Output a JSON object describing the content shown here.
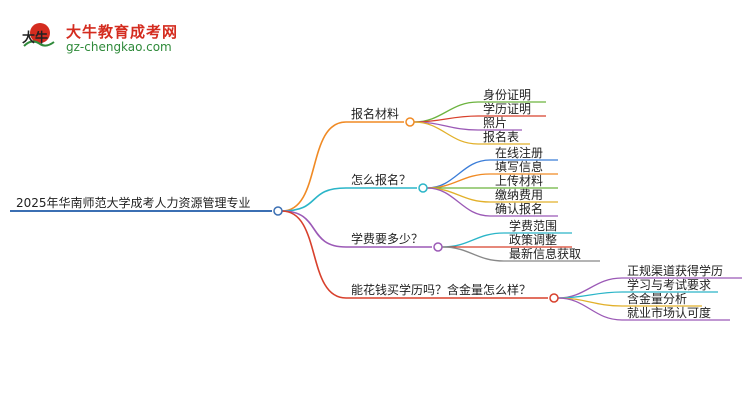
{
  "logo": {
    "brand": "大牛教育成考网",
    "site": "gz-chengkao.com",
    "mark_text": "大牛"
  },
  "mindmap": {
    "root": {
      "label": "2025年华南师范大学成考人力资源管理专业"
    },
    "branches": [
      {
        "label": "报名材料",
        "color": "#f08a24",
        "children": [
          {
            "label": "身份证明",
            "color": "#6cb33f"
          },
          {
            "label": "学历证明",
            "color": "#d8402c"
          },
          {
            "label": "照片",
            "color": "#9b59b6"
          },
          {
            "label": "报名表",
            "color": "#e2b02a"
          }
        ]
      },
      {
        "label": "怎么报名？",
        "color": "#2bb5c8",
        "children": [
          {
            "label": "在线注册",
            "color": "#3b7dd8"
          },
          {
            "label": "填写信息",
            "color": "#f08a24"
          },
          {
            "label": "上传材料",
            "color": "#6cb33f"
          },
          {
            "label": "缴纳费用",
            "color": "#e2b02a"
          },
          {
            "label": "确认报名",
            "color": "#9b59b6"
          }
        ]
      },
      {
        "label": "学费要多少？",
        "color": "#9b59b6",
        "children": [
          {
            "label": "学费范围",
            "color": "#2bb5c8"
          },
          {
            "label": "政策调整",
            "color": "#d8402c"
          },
          {
            "label": "最新信息获取",
            "color": "#888888"
          }
        ]
      },
      {
        "label": "能花钱买学历吗？含金量怎么样？",
        "color": "#d8402c",
        "children": [
          {
            "label": "正规渠道获得学历",
            "color": "#9b59b6"
          },
          {
            "label": "学习与考试要求",
            "color": "#2bb5c8"
          },
          {
            "label": "含金量分析",
            "color": "#e2b02a"
          },
          {
            "label": "就业市场认可度",
            "color": "#9b59b6"
          }
        ]
      }
    ]
  }
}
